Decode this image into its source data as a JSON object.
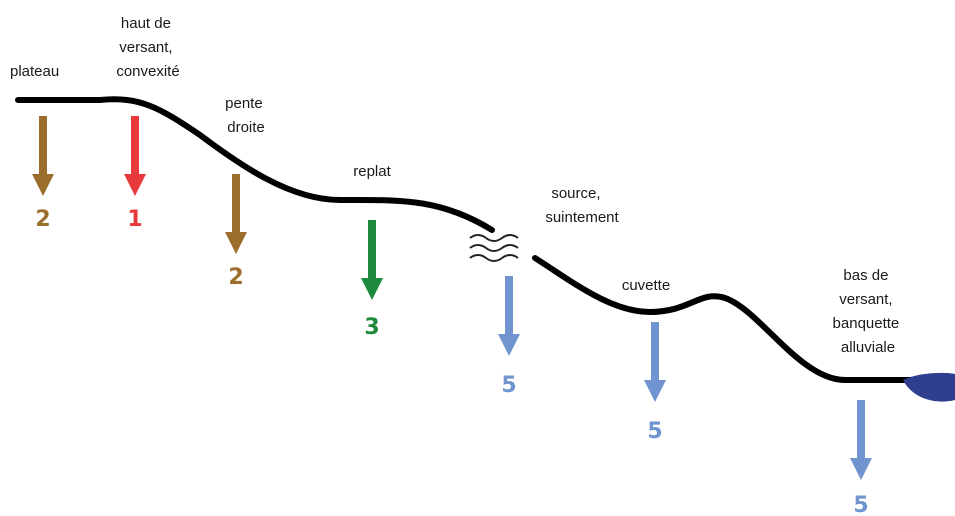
{
  "colors": {
    "brown": "#9c6e2c",
    "red": "#e8393b",
    "green": "#1e8a3c",
    "blue": "#6f94cf",
    "slope": "#000000",
    "water": "#2f3e8e"
  },
  "labels": {
    "plateau": [
      "plateau"
    ],
    "haut_versant": [
      "haut de",
      "versant,",
      "convexité"
    ],
    "pente": [
      "pente",
      "droite"
    ],
    "replat": [
      "replat"
    ],
    "source": [
      "source,",
      "suintement"
    ],
    "cuvette": [
      "cuvette"
    ],
    "bas_versant": [
      "bas de",
      "versant,",
      "banquette",
      "alluviale"
    ]
  },
  "markers": [
    {
      "id": "plateau",
      "value": "2",
      "color": "brown"
    },
    {
      "id": "haut-versant",
      "value": "1",
      "color": "red"
    },
    {
      "id": "pente",
      "value": "2",
      "color": "brown"
    },
    {
      "id": "replat",
      "value": "3",
      "color": "green"
    },
    {
      "id": "source",
      "value": "5",
      "color": "blue"
    },
    {
      "id": "cuvette",
      "value": "5",
      "color": "blue"
    },
    {
      "id": "bas-versant",
      "value": "5",
      "color": "blue"
    }
  ]
}
